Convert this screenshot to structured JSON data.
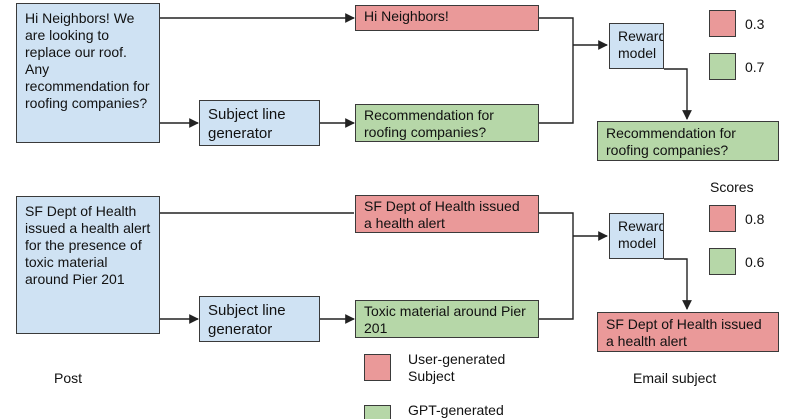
{
  "top": {
    "post_text": "Hi Neighbors! We are looking to replace our roof. Any recommendation for roofing companies?",
    "generator_label": "Subject line generator",
    "user_subject": "Hi Neighbors!",
    "gpt_subject": "Recommendation for roofing companies?",
    "reward_model_label": "Reward model",
    "user_score": "0.3",
    "gpt_score": "0.7",
    "email_subject": "Recommendation for roofing companies?",
    "winner": "gpt"
  },
  "bottom": {
    "post_text": "SF Dept of Health issued a health alert for the presence of toxic material around Pier 201",
    "generator_label": "Subject line generator",
    "user_subject": "SF Dept of Health issued a health alert",
    "gpt_subject": "Toxic material around Pier 201",
    "reward_model_label": "Reward model",
    "user_score": "0.8",
    "gpt_score": "0.6",
    "email_subject": "SF Dept of Health issued a health alert",
    "winner": "user"
  },
  "labels": {
    "scores": "Scores",
    "post": "Post",
    "email_subject": "Email subject"
  },
  "legend": {
    "user_generated": "User-generated Subject",
    "gpt_generated": "GPT-generated"
  },
  "colors": {
    "post_box": "#cfe2f3",
    "user_generated": "#ea9999",
    "gpt_generated": "#b6d7a8",
    "line": "#222222"
  }
}
